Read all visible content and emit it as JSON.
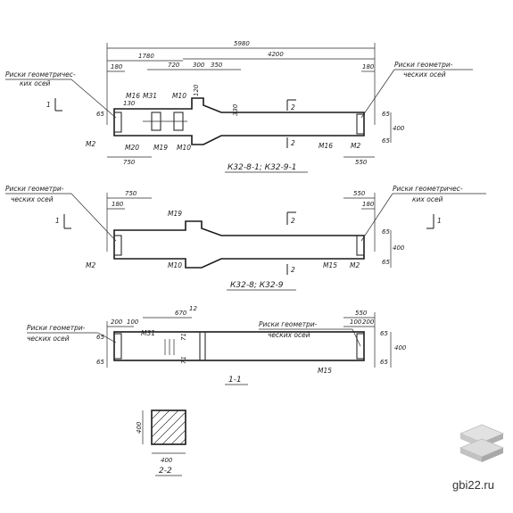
{
  "views": {
    "top": {
      "caption": "К32-8-1; К32-9-1",
      "dims_top": [
        "5980",
        "4200",
        "1780",
        "720",
        "300",
        "350",
        "180",
        "180"
      ],
      "dims_side_left": [
        "65",
        "130"
      ],
      "dims_side_right": [
        "65",
        "400",
        "65"
      ],
      "dims_bottom": [
        "750",
        "550"
      ],
      "dim_inner": [
        "120",
        "330"
      ],
      "marks": [
        "M16",
        "M31",
        "M10",
        "M20",
        "M19",
        "M10",
        "M16",
        "M2",
        "M2"
      ],
      "section": "2",
      "leader_left": [
        "Риски геометричес-",
        "ких осей"
      ],
      "leader_right": [
        "Риски геометри-",
        "ческих осей"
      ],
      "cut": "1"
    },
    "mid": {
      "caption": "К32-8; К32-9",
      "dims_top": [
        "750",
        "180",
        "550",
        "180"
      ],
      "dims_right": [
        "65",
        "400",
        "65"
      ],
      "marks": [
        "M19",
        "M10",
        "M15",
        "M2",
        "M2"
      ],
      "section": "2",
      "leader_left": [
        "Риски геометри-",
        "ческих осей"
      ],
      "leader_right": [
        "Риски геометричес-",
        "ких осей"
      ],
      "cut": "1"
    },
    "side": {
      "caption": "1-1",
      "dims_top": [
        "200",
        "100",
        "670",
        "12",
        "550",
        "100",
        "200"
      ],
      "dims_side": [
        "65",
        "400",
        "65"
      ],
      "marks": [
        "M31",
        "M15"
      ],
      "inner_dims": [
        "71",
        "71"
      ],
      "leader_left": [
        "Риски геометри-",
        "ческих осей"
      ],
      "leader_right": [
        "Риски геометри-",
        "ческих осей"
      ]
    },
    "section": {
      "caption": "2-2",
      "width": "400",
      "height": "400"
    }
  },
  "watermark": "gbi22.ru"
}
